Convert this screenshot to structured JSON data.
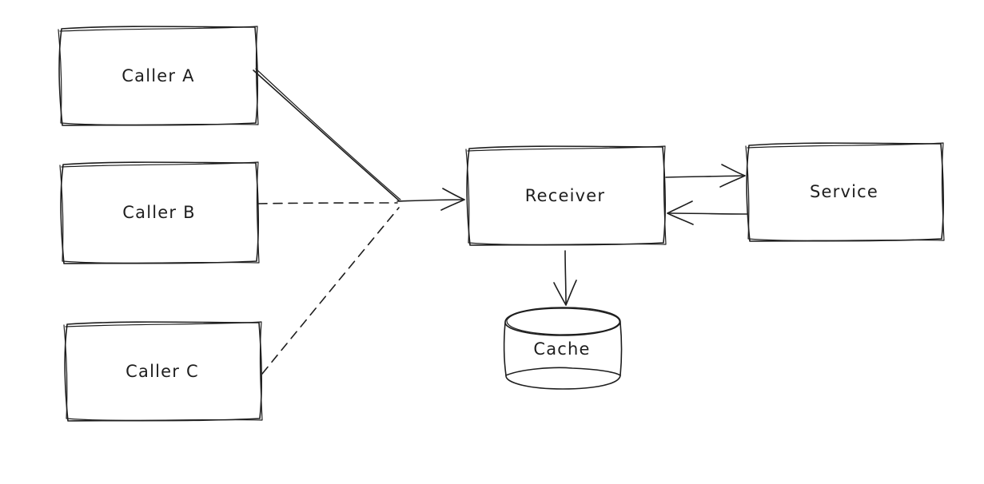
{
  "colors": {
    "stroke": "#1e1e1e",
    "canvas_background": "#ffffff"
  },
  "diagram": {
    "style": "hand-drawn sketch",
    "nodes": [
      {
        "id": "caller-a",
        "shape": "rectangle",
        "label": "Caller A"
      },
      {
        "id": "caller-b",
        "shape": "rectangle",
        "label": "Caller B"
      },
      {
        "id": "caller-c",
        "shape": "rectangle",
        "label": "Caller C"
      },
      {
        "id": "receiver",
        "shape": "rectangle",
        "label": "Receiver"
      },
      {
        "id": "service",
        "shape": "rectangle",
        "label": "Service"
      },
      {
        "id": "cache",
        "shape": "cylinder",
        "label": "Cache"
      }
    ],
    "edges": [
      {
        "from": "caller-a",
        "to": "junction",
        "line": "solid",
        "arrowhead": "none"
      },
      {
        "from": "caller-b",
        "to": "junction",
        "line": "dashed",
        "arrowhead": "none"
      },
      {
        "from": "caller-c",
        "to": "junction",
        "line": "dashed",
        "arrowhead": "none"
      },
      {
        "from": "junction",
        "to": "receiver",
        "line": "solid",
        "arrowhead": "end"
      },
      {
        "from": "receiver",
        "to": "service",
        "line": "solid",
        "arrowhead": "end"
      },
      {
        "from": "service",
        "to": "receiver",
        "line": "solid",
        "arrowhead": "end"
      },
      {
        "from": "receiver",
        "to": "cache",
        "line": "solid",
        "arrowhead": "end"
      }
    ]
  }
}
